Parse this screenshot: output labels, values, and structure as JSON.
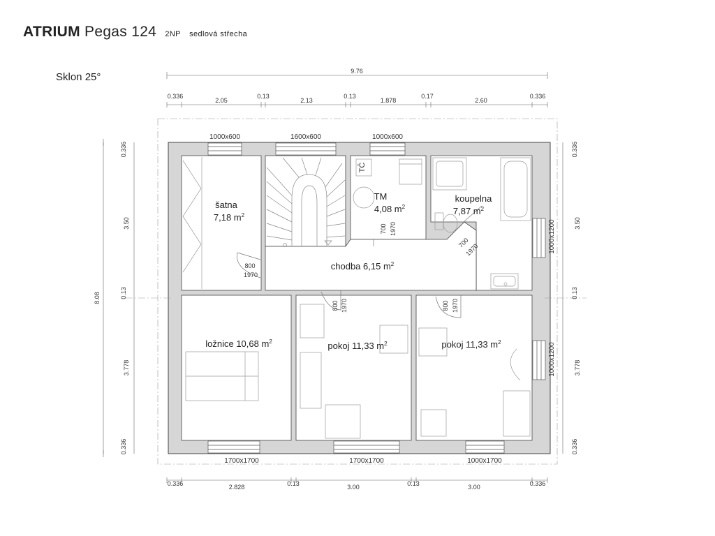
{
  "header": {
    "brand": "ATRIUM",
    "model": "Pegas 124",
    "floor": "2NP",
    "roof": "sedlová střecha"
  },
  "slope": "Sklon 25°",
  "dims": {
    "top_total": "9.76",
    "top": [
      "0.336",
      "2.05",
      "0.13",
      "2.13",
      "0.13",
      "1.878",
      "0.17",
      "2.60",
      "0.336"
    ],
    "bottom": [
      "0.336",
      "2.828",
      "0.13",
      "3.00",
      "0.13",
      "3.00",
      "0.336"
    ],
    "left_total": "8.08",
    "left": [
      "0.336",
      "3.50",
      "0.13",
      "3.778",
      "0.336"
    ],
    "right": [
      "0.336",
      "3.50",
      "0.13",
      "3.778",
      "0.336"
    ]
  },
  "windows": {
    "top": [
      "1000x600",
      "1600x600",
      "1000x600"
    ],
    "bottom": [
      "1700x1700",
      "1700x1700",
      "1000x1700"
    ],
    "right": [
      "1000x1200",
      "1000x1200"
    ]
  },
  "rooms": [
    {
      "name": "šatna",
      "area": "7,18 m",
      "sup": "2"
    },
    {
      "name": "TM",
      "area": "4,08 m",
      "sup": "2"
    },
    {
      "name": "koupelna",
      "area": "7,87 m",
      "sup": "2"
    },
    {
      "name": "chodba",
      "area": "6,15 m",
      "sup": "2"
    },
    {
      "name": "ložnice",
      "area": "10,68 m",
      "sup": "2"
    },
    {
      "name": "pokoj",
      "area": "11,33 m",
      "sup": "2"
    },
    {
      "name": "pokoj",
      "area": "11,33 m",
      "sup": "2"
    }
  ],
  "doors": [
    {
      "w": "800",
      "h": "1970"
    },
    {
      "w": "700",
      "h": "1970"
    },
    {
      "w": "700",
      "h": "1970"
    },
    {
      "w": "800",
      "h": "1970"
    },
    {
      "w": "800",
      "h": "1970"
    }
  ],
  "fixtures": {
    "heat_pump": "TČ"
  }
}
